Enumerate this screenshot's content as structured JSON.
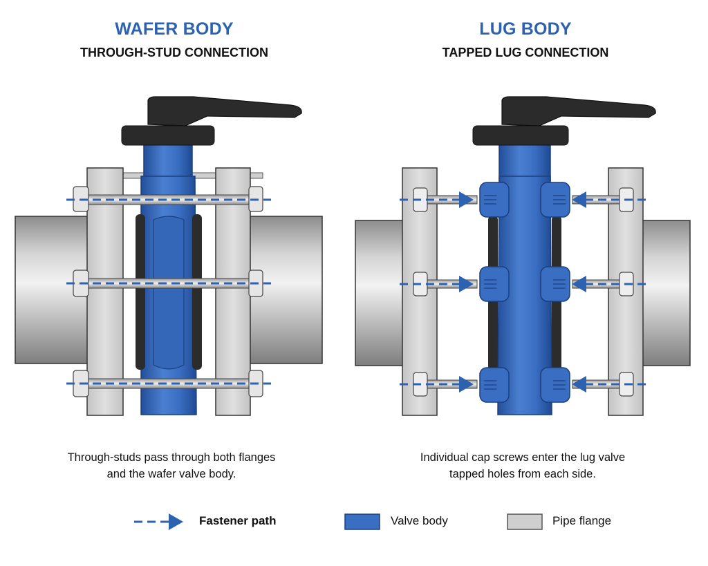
{
  "colors": {
    "accent_blue": "#2d62b0",
    "valve_body": "#3a6ec2",
    "pipe_flange": "#cfcfcf",
    "handle": "#2a2a2a"
  },
  "left_panel": {
    "title": "WAFER BODY",
    "subtitle": "THROUGH-STUD CONNECTION",
    "caption_line1": "Through-studs pass through both flanges",
    "caption_line2": "and the wafer valve body."
  },
  "right_panel": {
    "title": "LUG BODY",
    "subtitle": "TAPPED LUG CONNECTION",
    "caption_line1": "Individual cap screws enter the lug valve",
    "caption_line2": "tapped holes from each side."
  },
  "legend": {
    "fastener_path": "Fastener path",
    "valve_body": "Valve body",
    "pipe_flange": "Pipe flange"
  }
}
